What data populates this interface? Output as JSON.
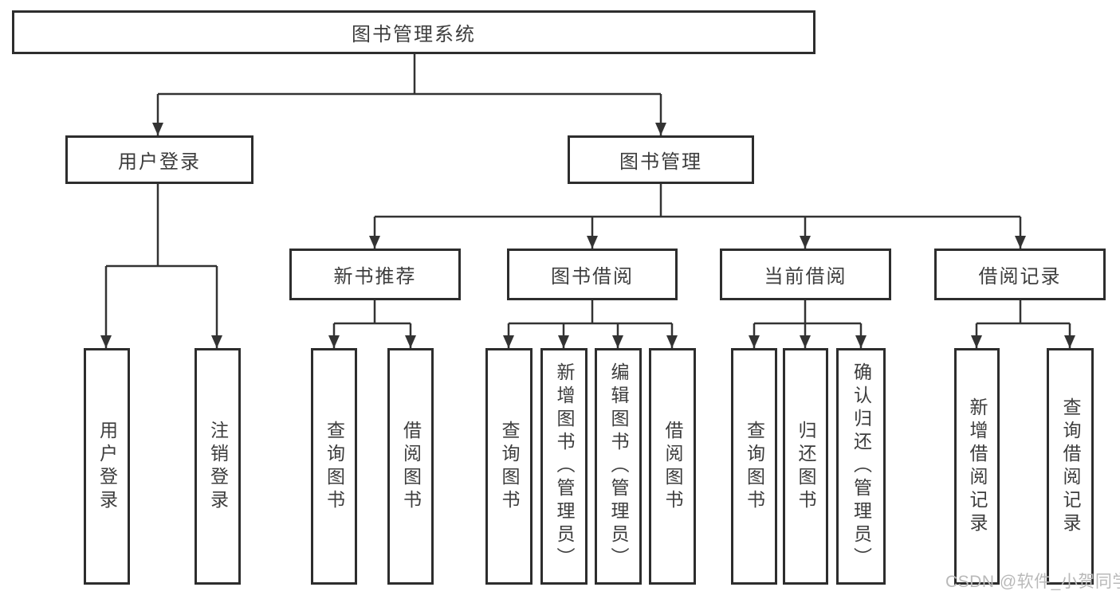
{
  "diagram": {
    "root": {
      "label": "图书管理系统",
      "children": [
        {
          "label": "用户登录",
          "children": [
            {
              "label": "用户登录"
            },
            {
              "label": "注销登录"
            }
          ]
        },
        {
          "label": "图书管理",
          "children": [
            {
              "label": "新书推荐",
              "children": [
                {
                  "label": "查询图书"
                },
                {
                  "label": "借阅图书"
                }
              ]
            },
            {
              "label": "图书借阅",
              "children": [
                {
                  "label": "查询图书"
                },
                {
                  "label": "新增图书（管理员）"
                },
                {
                  "label": "编辑图书（管理员）"
                },
                {
                  "label": "借阅图书"
                }
              ]
            },
            {
              "label": "当前借阅",
              "children": [
                {
                  "label": "查询图书"
                },
                {
                  "label": "归还图书"
                },
                {
                  "label": "确认归还（管理员）"
                }
              ]
            },
            {
              "label": "借阅记录",
              "children": [
                {
                  "label": "新增借阅记录"
                },
                {
                  "label": "查询借阅记录"
                }
              ]
            }
          ]
        }
      ]
    }
  },
  "watermark": {
    "text": "CSDN @软件_小贺同学"
  },
  "colors": {
    "line": "#333333",
    "border": "#2d2d2d",
    "text": "#3d3d3d",
    "watermark": "#b9b9b9",
    "background": "#ffffff"
  }
}
